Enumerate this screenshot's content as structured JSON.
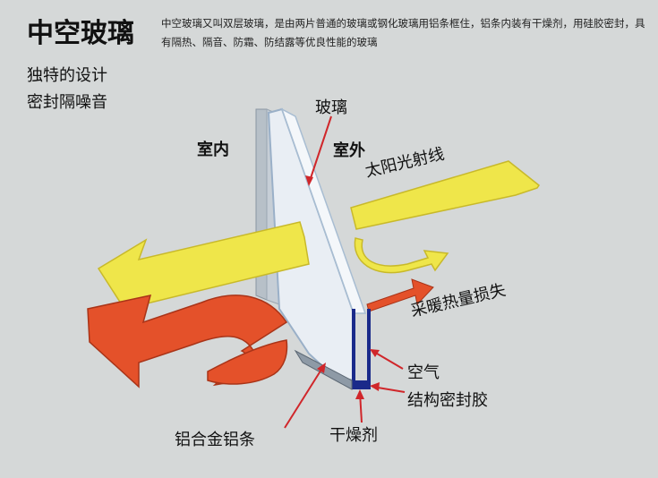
{
  "header": {
    "title": "中空玻璃",
    "description": "中空玻璃又叫双层玻璃，是由两片普通的玻璃或钢化玻璃用铝条框住，铝条内装有干燥剂，用硅胶密封，具有隔热、隔音、防霜、防结露等优良性能的玻璃"
  },
  "features": [
    "独特的设计",
    "密封隔噪音"
  ],
  "labels": {
    "glass": "玻璃",
    "indoor": "室内",
    "outdoor": "室外",
    "sunlight": "太阳光射线",
    "heat_loss": "采暖热量损失",
    "air": "空气",
    "sealant": "结构密封胶",
    "aluminum_strip": "铝合金铝条",
    "desiccant": "干燥剂"
  },
  "colors": {
    "background": "#d5d8d8",
    "sun_arrow": "#efe64a",
    "heat_arrow": "#e4512a",
    "glass_edge": "#9ab0c8",
    "spacer": "#1a2a8a",
    "pointer": "#d0262a"
  }
}
